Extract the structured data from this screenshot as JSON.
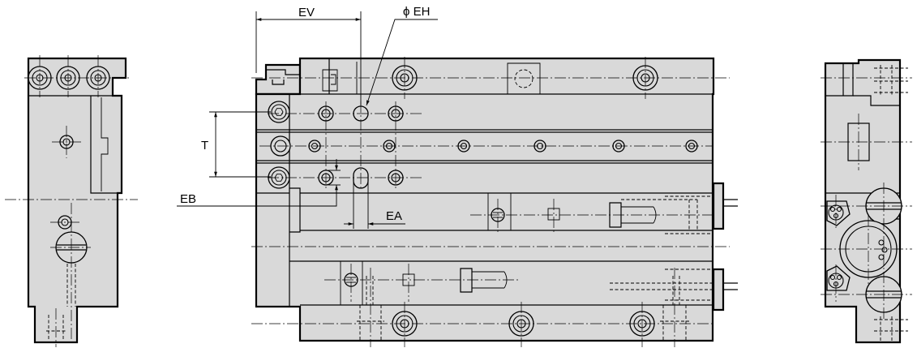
{
  "labels": {
    "ev": "EV",
    "eh": "ϕ EH",
    "t": "T",
    "eb": "EB",
    "ea": "EA"
  }
}
